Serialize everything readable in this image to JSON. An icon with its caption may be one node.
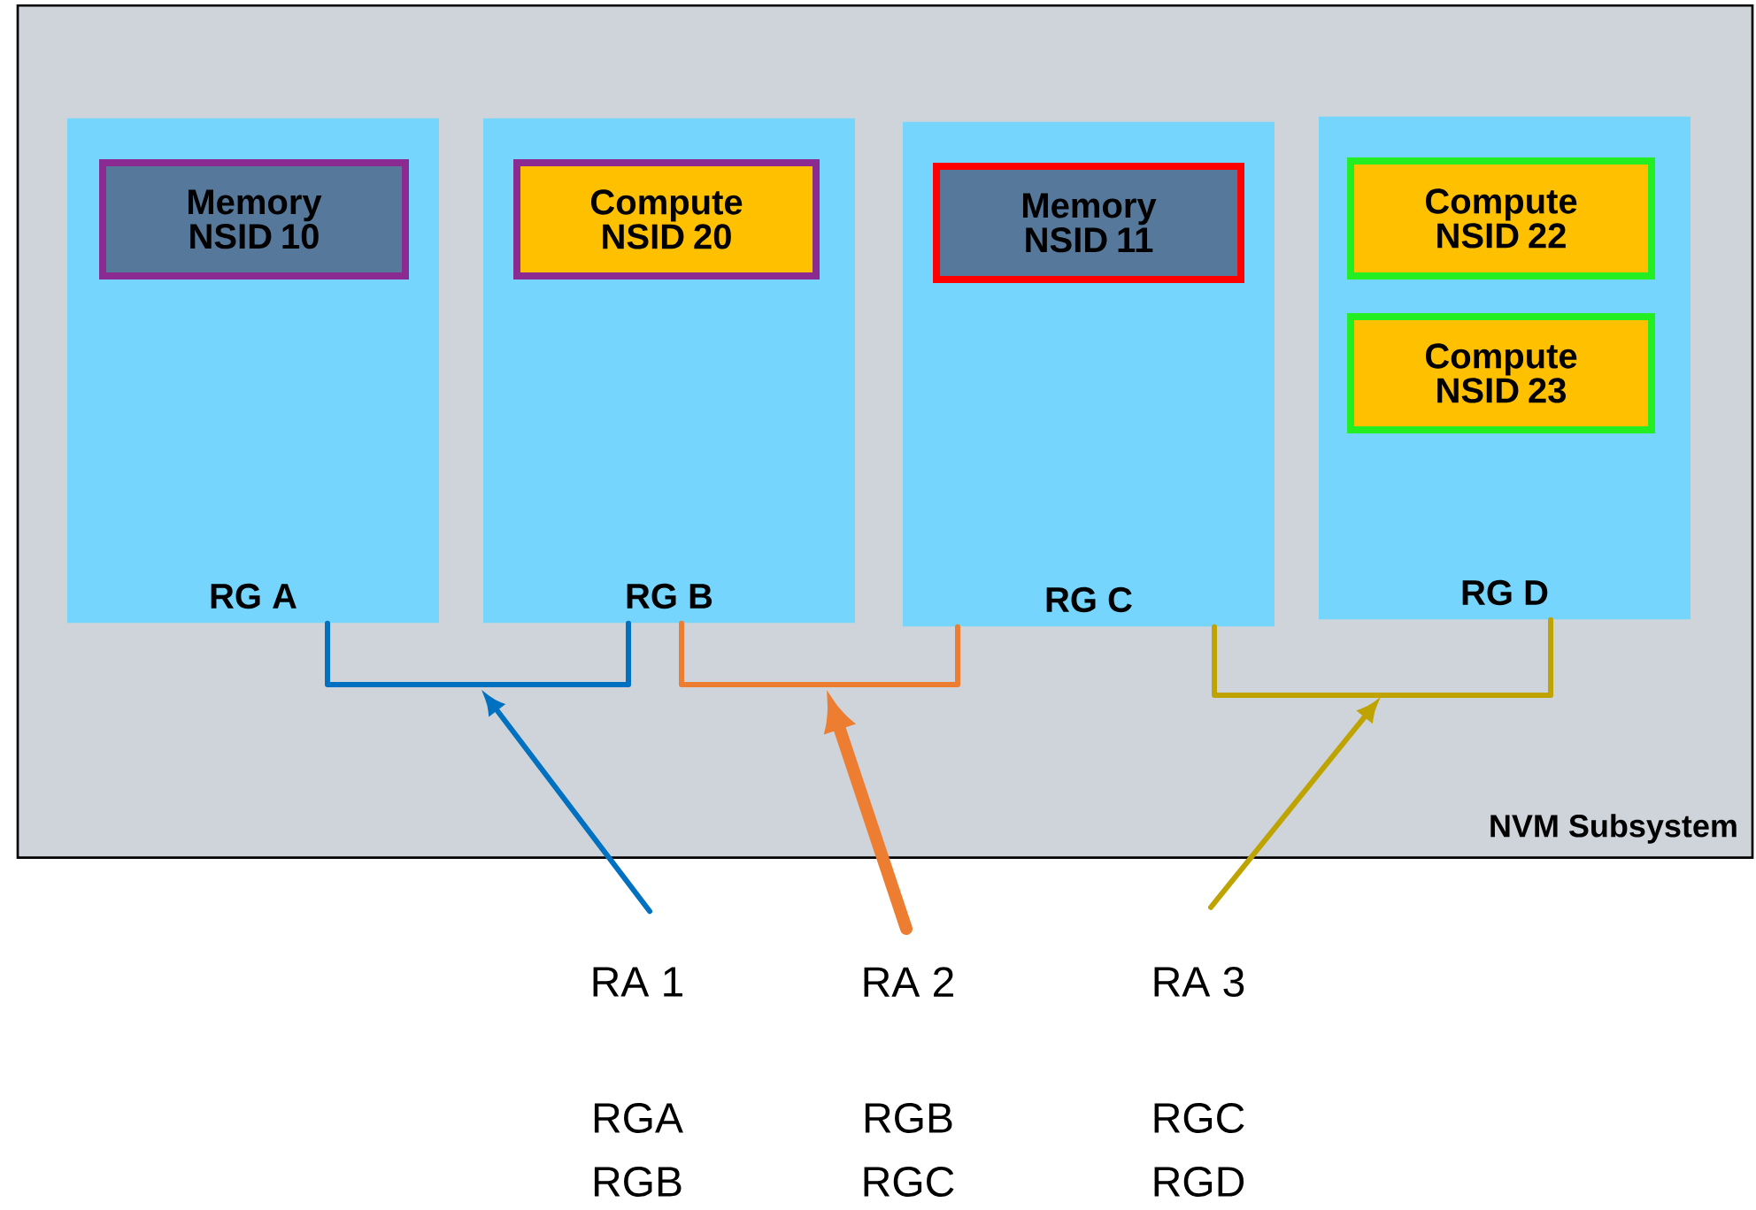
{
  "diagram": {
    "nodes": [
      {
        "text": [
          "NVM Subsystem"
        ]
      },
      {
        "text": [
          "RG A"
        ],
        "in": 0
      },
      {
        "text": [
          "Memory NSID 10"
        ],
        "in": 1
      },
      {
        "text": [
          "RG B"
        ],
        "in": 0
      },
      {
        "text": [
          "Compute NSID 20"
        ],
        "in": 3
      },
      {
        "text": [
          "RG C"
        ],
        "in": 0
      },
      {
        "text": [
          "Memory NSID 11"
        ],
        "in": 5
      },
      {
        "text": [
          "RG D"
        ],
        "in": 0
      },
      {
        "text": [
          "Compute NSID 22"
        ],
        "in": 7
      },
      {
        "text": [
          "Compute NSID 23"
        ],
        "in": 7
      },
      {
        "text": [
          "RA 1"
        ],
        "beside": [
          "RGA",
          "RGB"
        ]
      },
      {
        "text": [
          "RA 2"
        ],
        "beside": [
          "RGB",
          "RGC"
        ]
      },
      {
        "text": [
          "RA 3"
        ],
        "beside": [
          "RGC",
          "RGD"
        ]
      }
    ],
    "edges": [
      {
        "from": 1,
        "to": 3,
        "arrow": "none",
        "color": "#0070c0"
      },
      {
        "from": 10,
        "to": null,
        "arrow": "to",
        "color": "#0070c0"
      },
      {
        "from": 3,
        "to": 5,
        "arrow": "none",
        "color": "#ed7d31"
      },
      {
        "from": 11,
        "to": null,
        "arrow": "to",
        "style": "thick",
        "color": "#ed7d31"
      },
      {
        "from": 5,
        "to": 7,
        "arrow": "none",
        "color": "#bfa300"
      },
      {
        "from": 12,
        "to": null,
        "arrow": "to",
        "color": "#bfa300"
      }
    ]
  }
}
